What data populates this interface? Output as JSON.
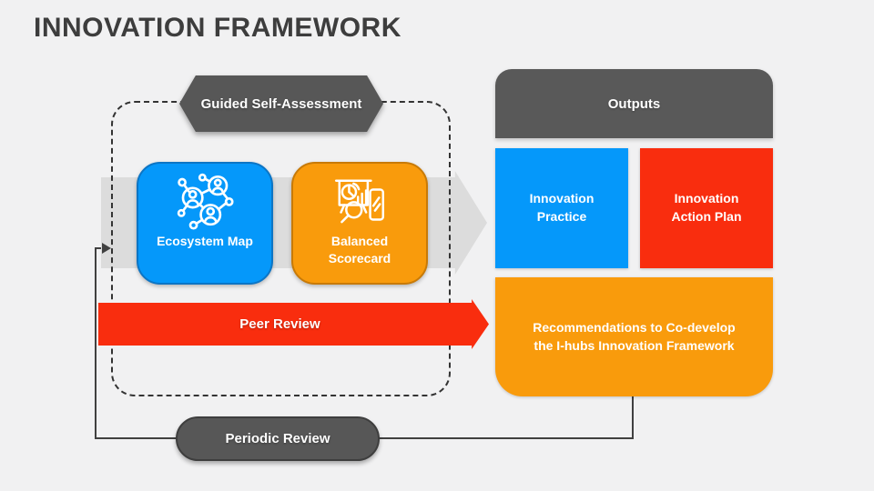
{
  "slide": {
    "title": "INNOVATION FRAMEWORK"
  },
  "assessment": {
    "badge_label": "Guided Self-Assessment",
    "tools": [
      {
        "label": "Ecosystem Map",
        "icon": "ecosystem-network-icon",
        "color": "#0598fa"
      },
      {
        "label": "Balanced Scorecard",
        "icon": "balanced-scorecard-icon",
        "color": "#f99b0c"
      }
    ],
    "peer_review_label": "Peer Review"
  },
  "outputs": {
    "header_label": "Outputs",
    "cards": [
      {
        "label": "Innovation Practice",
        "color": "#0598fa"
      },
      {
        "label": "Innovation Action Plan",
        "color": "#f92d0e"
      },
      {
        "label": "Recommendations to Co-develop the I-hubs Innovation Framework",
        "color": "#f99b0c"
      }
    ]
  },
  "periodic": {
    "badge_label": "Periodic Review"
  },
  "colors": {
    "background": "#f1f1f2",
    "dark_gray": "#575757",
    "blue": "#0598fa",
    "orange": "#f99b0c",
    "red": "#f92d0e",
    "flow_arrow_gray": "#dcdcdc",
    "connector_line": "#404040",
    "title_text": "#3d3d3d"
  }
}
